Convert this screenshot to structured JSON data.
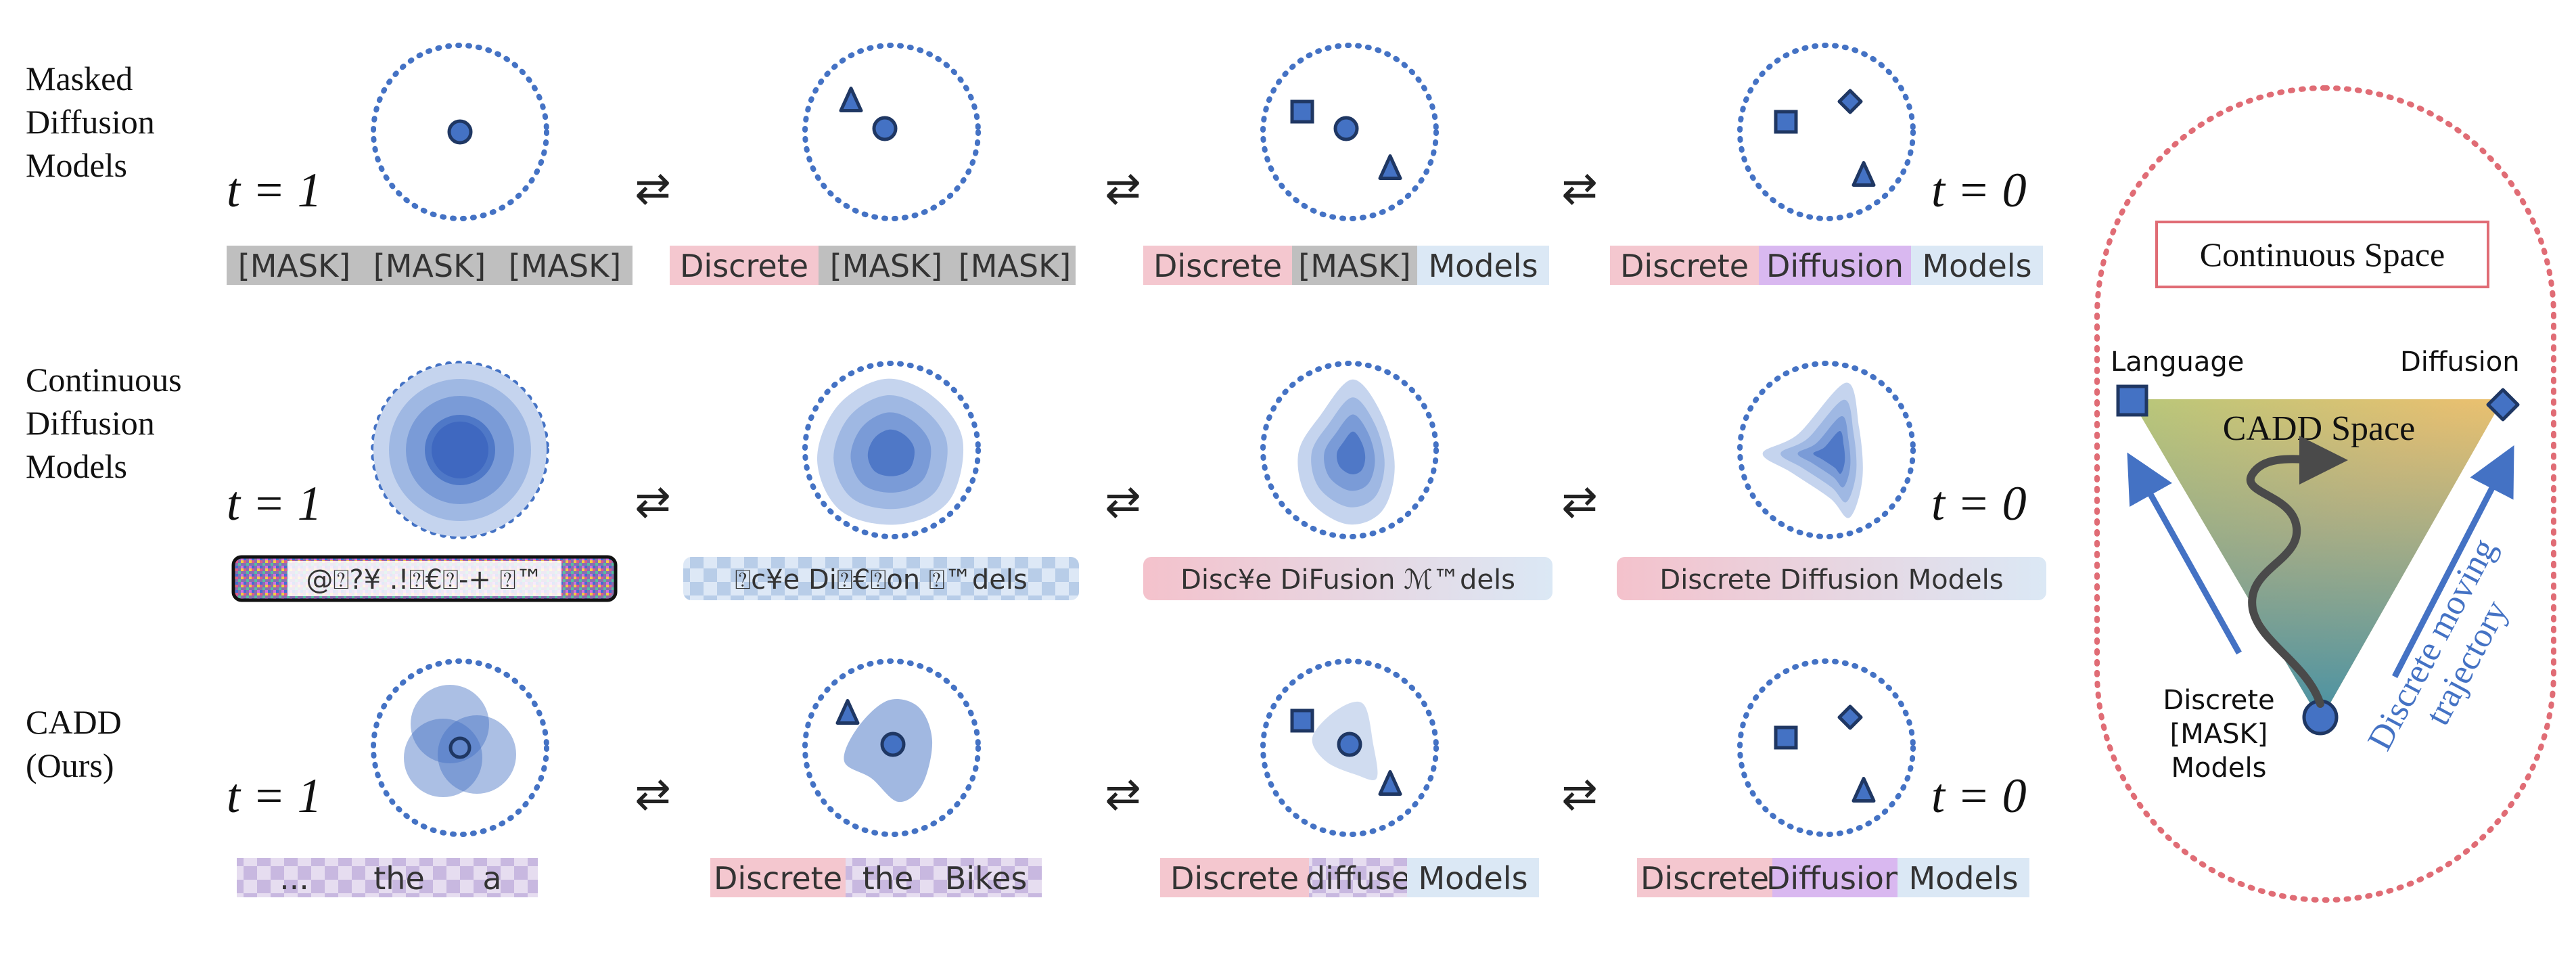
{
  "rows": [
    {
      "label_lines": [
        "Masked",
        "Diffusion",
        "Models"
      ],
      "t_start": "t = 1",
      "t_end": "t = 0",
      "stages": [
        {
          "tokens": [
            {
              "text": "[MASK]",
              "kind": "mask"
            },
            {
              "text": "[MASK]",
              "kind": "mask"
            },
            {
              "text": "[MASK]",
              "kind": "mask"
            }
          ]
        },
        {
          "tokens": [
            {
              "text": "Discrete",
              "kind": "pink"
            },
            {
              "text": "[MASK]",
              "kind": "mask"
            },
            {
              "text": "[MASK]",
              "kind": "mask"
            }
          ]
        },
        {
          "tokens": [
            {
              "text": "Discrete",
              "kind": "pink"
            },
            {
              "text": "[MASK]",
              "kind": "mask"
            },
            {
              "text": "Models",
              "kind": "blue"
            }
          ]
        },
        {
          "tokens": [
            {
              "text": "Discrete",
              "kind": "pink"
            },
            {
              "text": "Diffusion",
              "kind": "purple"
            },
            {
              "text": "Models",
              "kind": "blue"
            }
          ]
        }
      ]
    },
    {
      "label_lines": [
        "Continuous",
        "Diffusion",
        "Models"
      ],
      "t_start": "t = 1",
      "t_end": "t = 0",
      "stages": [
        {
          "text": "@⍰?¥ .!⍰€⍰-+ ⍰™"
        },
        {
          "text": "⍰c¥e Di⍰€⍰on ⍰™dels"
        },
        {
          "text": "Disc¥e DiFusion ℳ™dels"
        },
        {
          "text": "Discrete Diffusion Models"
        }
      ]
    },
    {
      "label_lines": [
        "CADD",
        "(Ours)"
      ],
      "t_start": "t = 1",
      "t_end": "t = 0",
      "stages": [
        {
          "tokens": [
            {
              "text": "...",
              "kind": "check"
            },
            {
              "text": "the",
              "kind": "check"
            },
            {
              "text": "a",
              "kind": "check"
            }
          ]
        },
        {
          "tokens": [
            {
              "text": "Discrete",
              "kind": "pink"
            },
            {
              "text": "the",
              "kind": "check"
            },
            {
              "text": "Bikes",
              "kind": "check"
            }
          ]
        },
        {
          "tokens": [
            {
              "text": "Discrete",
              "kind": "pink"
            },
            {
              "text": "diffuse",
              "kind": "check"
            },
            {
              "text": "Models",
              "kind": "blue"
            }
          ]
        },
        {
          "tokens": [
            {
              "text": "Discrete",
              "kind": "pink"
            },
            {
              "text": "Diffusion",
              "kind": "purple"
            },
            {
              "text": "Models",
              "kind": "blue"
            }
          ]
        }
      ]
    }
  ],
  "arrow_symbol": "⇄",
  "panel": {
    "title": "Continuous Space",
    "language_label": "Language",
    "diffusion_label": "Diffusion",
    "cadd_label": "CADD Space",
    "discrete_lines": [
      "Discrete",
      "[MASK]",
      "Models"
    ],
    "trajectory_lines": [
      "Discrete moving",
      "trajectory"
    ]
  },
  "colors": {
    "shape_blue": "#4472c4",
    "dotted_blue": "#4472c4",
    "mask_gray": "#bfbfbf",
    "pink": "#f4c7cf",
    "purple": "#d9b8f0",
    "light_blue": "#dbe8f5",
    "panel_red": "#e06c75",
    "gradient_orange": "#f9c46a",
    "gradient_teal": "#5a9aa8"
  }
}
